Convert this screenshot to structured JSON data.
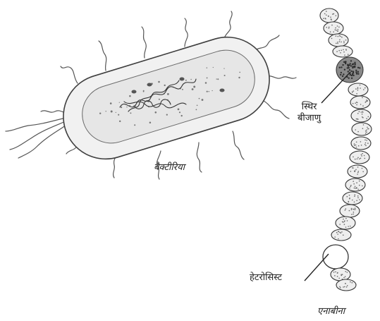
{
  "labels": {
    "bacteria": "बैक्टीरिया",
    "resting_spore_line1": "स्थिर",
    "resting_spore_line2": "बीजाणु",
    "heterocyst": "हेटरोसिस्ट",
    "anabaena": "एनाबीना"
  },
  "colors": {
    "ink": "#4a4a4a",
    "cell_fill": "#eeeeee",
    "spore_fill": "#8a8a8a",
    "background": "#ffffff"
  }
}
